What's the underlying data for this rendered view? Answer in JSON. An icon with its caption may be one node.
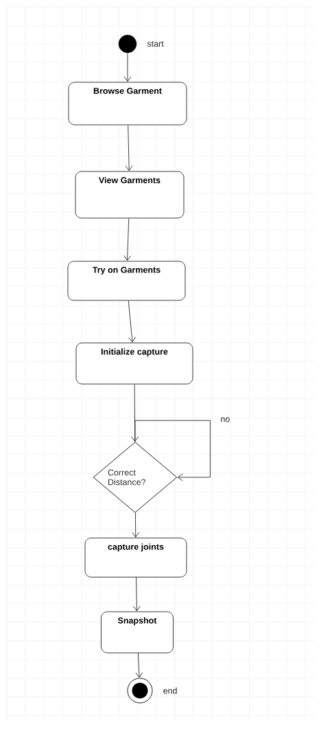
{
  "diagram": {
    "nodes": [
      {
        "text": [],
        "shape": "circle",
        "beside": [
          "start"
        ]
      },
      {
        "text": [
          "Browse Garment"
        ]
      },
      {
        "text": [
          "View Garments"
        ]
      },
      {
        "text": [
          "Try on Garments"
        ]
      },
      {
        "text": [
          "Initialize capture"
        ]
      },
      {
        "text": [
          "Correct Distance?"
        ]
      },
      {
        "text": [
          "capture joints"
        ]
      },
      {
        "text": [
          "Snapshot"
        ]
      },
      {
        "text": [],
        "shape": "circle",
        "beside": [
          "end"
        ]
      }
    ],
    "edges": [
      {
        "from": 0,
        "to": 1,
        "arrow": "to"
      },
      {
        "from": 1,
        "to": 2,
        "arrow": "to"
      },
      {
        "from": 2,
        "to": 3,
        "arrow": "to"
      },
      {
        "from": 3,
        "to": 4,
        "arrow": "to"
      },
      {
        "from": 4,
        "to": 5,
        "arrow": "to"
      },
      {
        "from": 5,
        "to": 5,
        "arrow": "to",
        "label": "no"
      },
      {
        "from": 5,
        "to": 6,
        "arrow": "to"
      },
      {
        "from": 6,
        "to": 7,
        "arrow": "to"
      },
      {
        "from": 7,
        "to": 8,
        "arrow": "to"
      }
    ]
  }
}
